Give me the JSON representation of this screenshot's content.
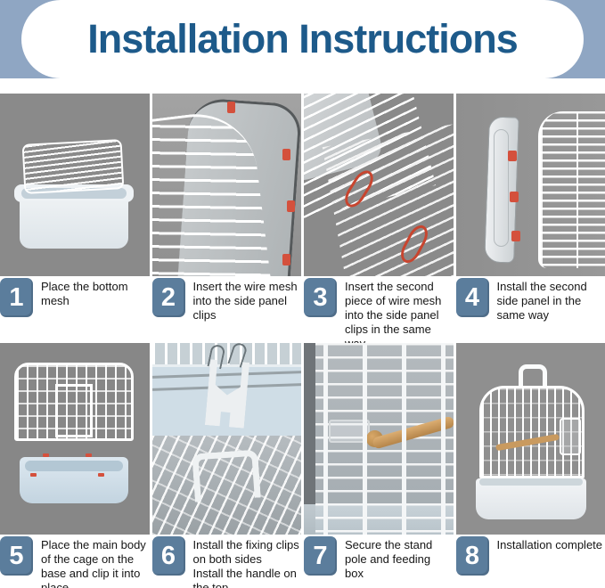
{
  "header": {
    "title": "Installation Instructions"
  },
  "colors": {
    "accent_bar": "#8fa6c3",
    "title_text": "#1d5a8a",
    "step_badge": "#5b7d9c",
    "image_background": "#8b8b8b",
    "clip_red": "#d4503c"
  },
  "steps": [
    {
      "number": "1",
      "caption": "Place the bottom mesh"
    },
    {
      "number": "2",
      "caption": "Insert the wire mesh into the side panel clips"
    },
    {
      "number": "3",
      "caption": "Insert the second piece of wire mesh into the side panel clips in the same way"
    },
    {
      "number": "4",
      "caption": "Install the second side panel in the same way"
    },
    {
      "number": "5",
      "caption": "Place the main body of the cage on the base and clip it into place"
    },
    {
      "number": "6",
      "caption": "Install the fixing clips on both sides\nInstall the handle on the top"
    },
    {
      "number": "7",
      "caption": "Secure the stand pole and feeding box"
    },
    {
      "number": "8",
      "caption": "Installation complete"
    }
  ]
}
